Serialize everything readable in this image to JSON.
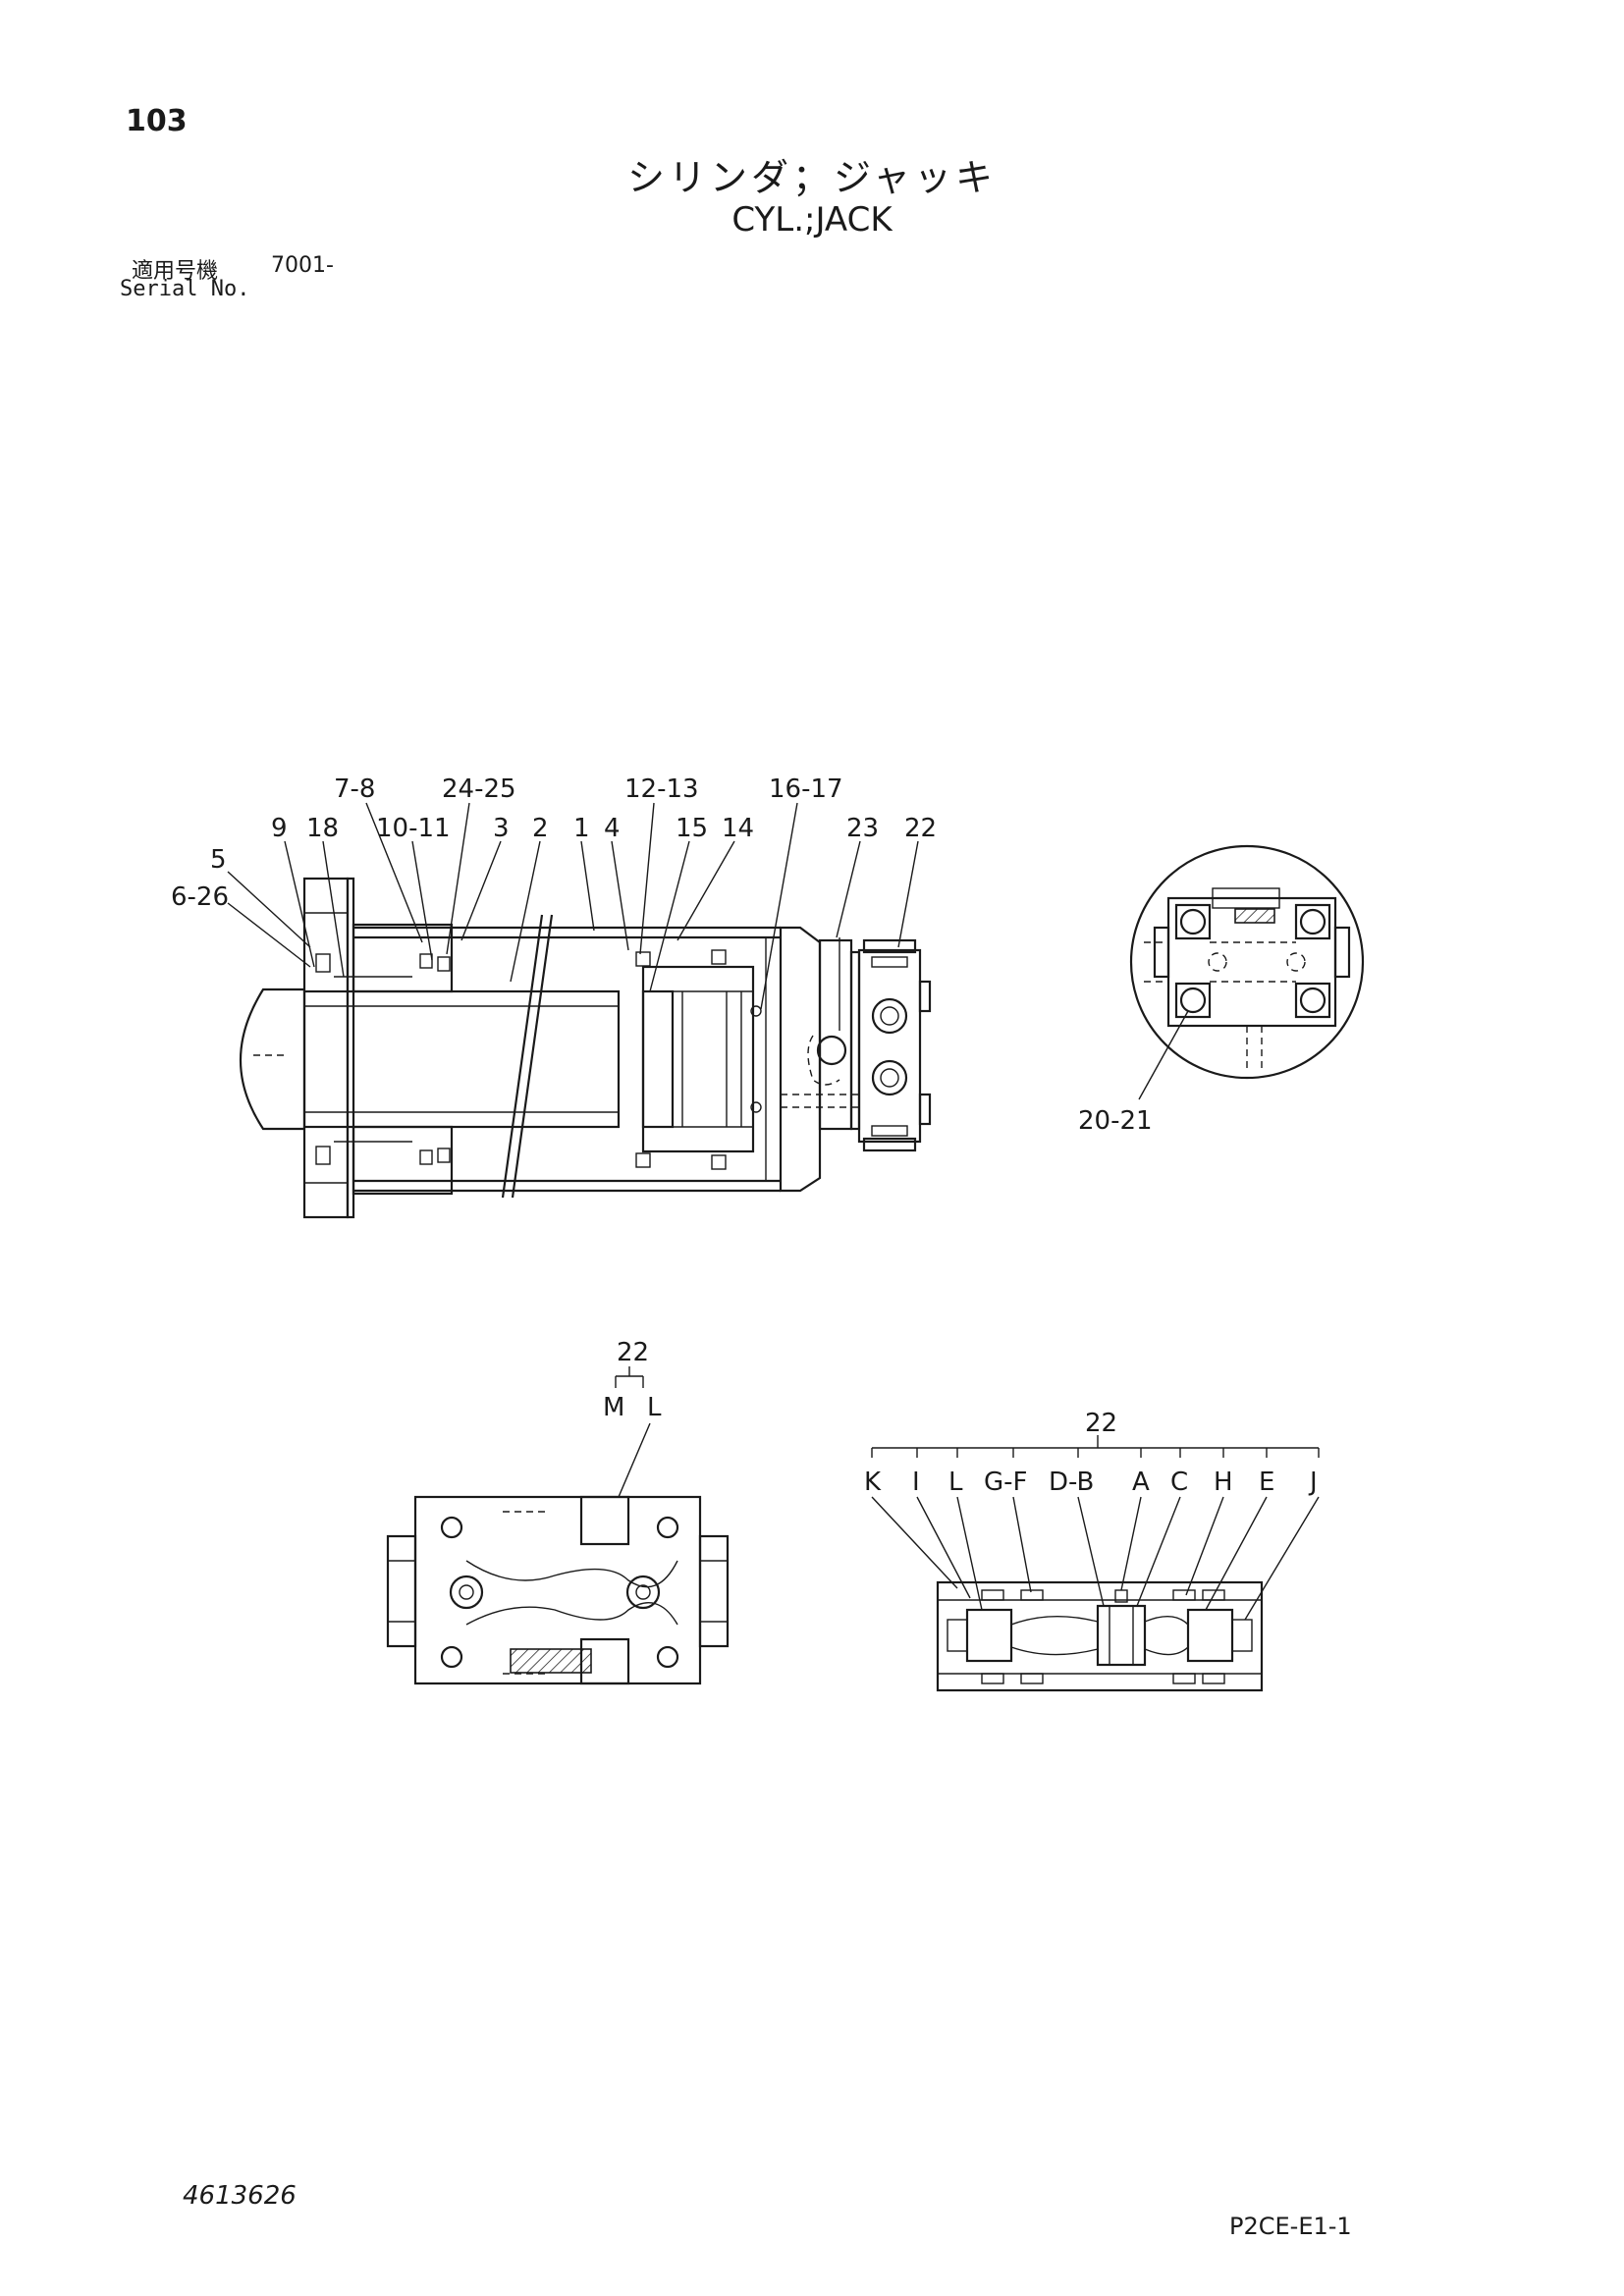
{
  "header": {
    "page_number": "103",
    "title_jp": "シリンダ；ジャッキ",
    "title_en": "CYL.;JACK",
    "serial_label_jp": "適用号機",
    "serial_value": "7001-",
    "serial_label_en": "Serial No."
  },
  "footer": {
    "doc_code": "4613626",
    "page_code": "P2CE-E1-1"
  },
  "main_view_callouts": [
    "7-8",
    "24-25",
    "12-13",
    "16-17",
    "9",
    "18",
    "10-11",
    "3",
    "2",
    "1",
    "4",
    "15",
    "14",
    "23",
    "22",
    "5",
    "6-26"
  ],
  "detail_view_callouts": [
    "20-21"
  ],
  "valve_top_view": {
    "group_label": "22",
    "sub_labels": [
      "M",
      "L"
    ]
  },
  "valve_section_view": {
    "group_label": "22",
    "sub_labels": [
      "K",
      "I",
      "L",
      "G-F",
      "D-B",
      "A",
      "C",
      "H",
      "E",
      "J"
    ]
  }
}
